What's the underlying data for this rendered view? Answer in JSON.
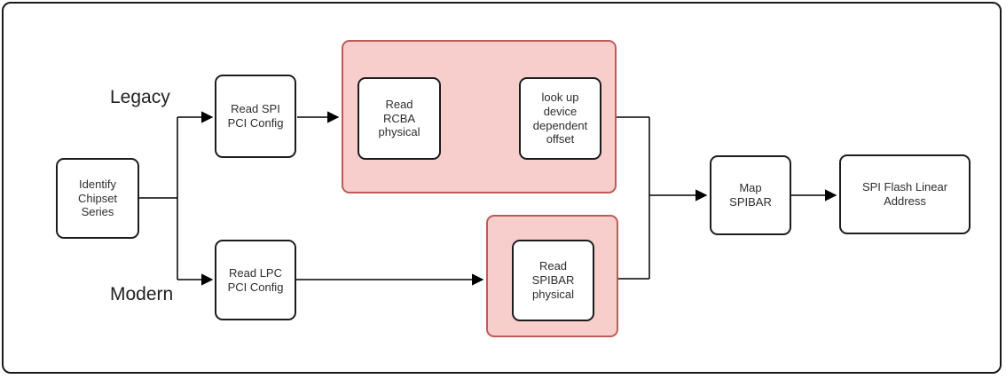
{
  "diagram": {
    "branch_labels": {
      "legacy": "Legacy",
      "modern": "Modern"
    },
    "nodes": {
      "identify": {
        "label": "Identify\nChipset\nSeries"
      },
      "read_spi": {
        "label": "Read SPI\nPCI Config"
      },
      "read_lpc": {
        "label": "Read LPC\nPCI Config"
      },
      "read_rcba": {
        "label": "Read\nRCBA\nphysical"
      },
      "lookup_offset": {
        "label": "look up\ndevice\ndependent\noffset"
      },
      "read_spibar": {
        "label": "Read\nSPIBAR\nphysical"
      },
      "map_spibar": {
        "label": "Map\nSPIBAR"
      },
      "spi_flash": {
        "label": "SPI Flash Linear\nAddress"
      }
    },
    "colors": {
      "background": "#ffffff",
      "node_fill": "#ffffff",
      "node_stroke": "#1c1c1c",
      "highlight_fill": "#f8cecc",
      "highlight_stroke": "#bd5b57",
      "connector": "#000000",
      "text": "#2d2d2d"
    }
  }
}
